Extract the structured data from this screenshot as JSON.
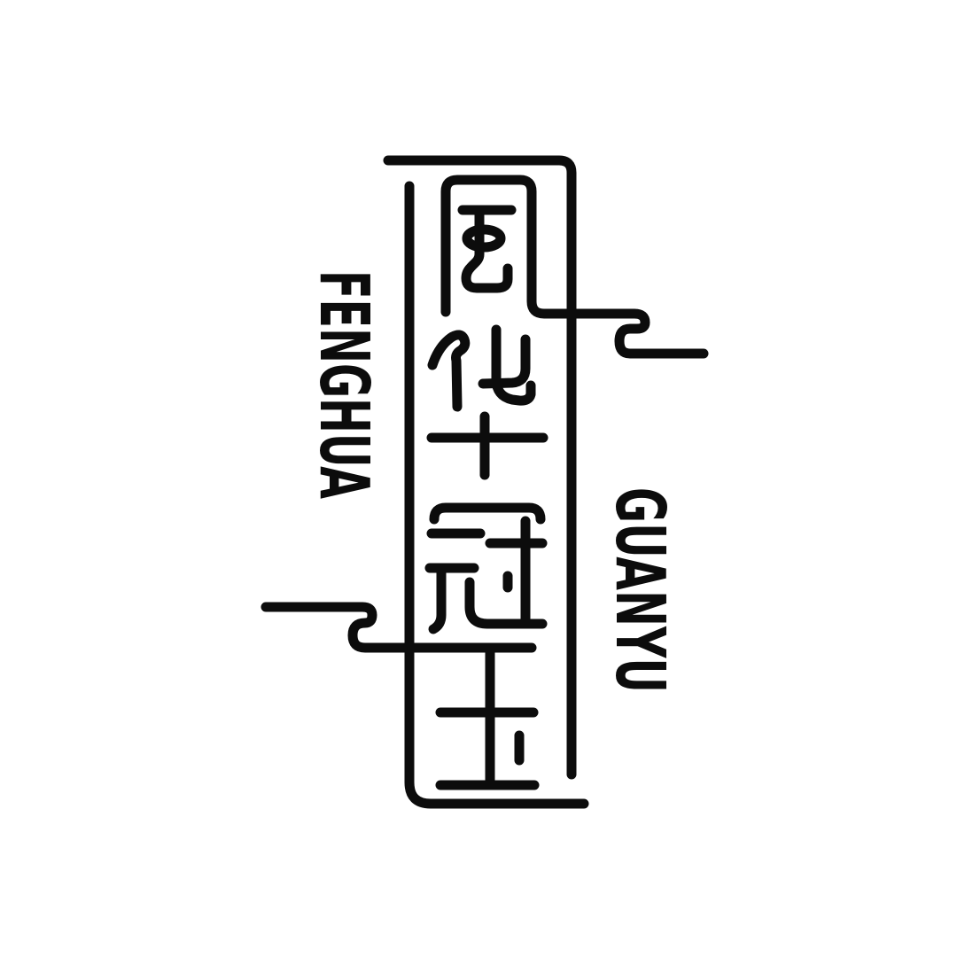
{
  "logo": {
    "latin_left": "FENGHUA",
    "latin_right": "GUANYU",
    "hanzi": [
      "風",
      "华",
      "冠",
      "玉"
    ],
    "ink_color": "#0c0c0c",
    "background_color": "#ffffff"
  }
}
